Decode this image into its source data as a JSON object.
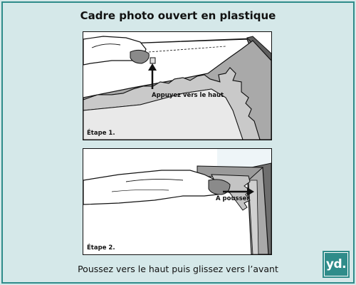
{
  "title": "Cadre photo ouvert en plastique",
  "caption": "Poussez vers le haut puis glissez vers l’avant",
  "panels": [
    {
      "step_label": "Étape 1.",
      "arrow_label": "Appuyez vers le haut"
    },
    {
      "step_label": "Étape 2.",
      "arrow_label": "À pousser"
    }
  ],
  "logo_text": "yd.",
  "colors": {
    "background": "#d5e8e9",
    "accent": "#2f8c8a",
    "frame_grey": "#a9a9a9",
    "skin": "#ffffff"
  }
}
